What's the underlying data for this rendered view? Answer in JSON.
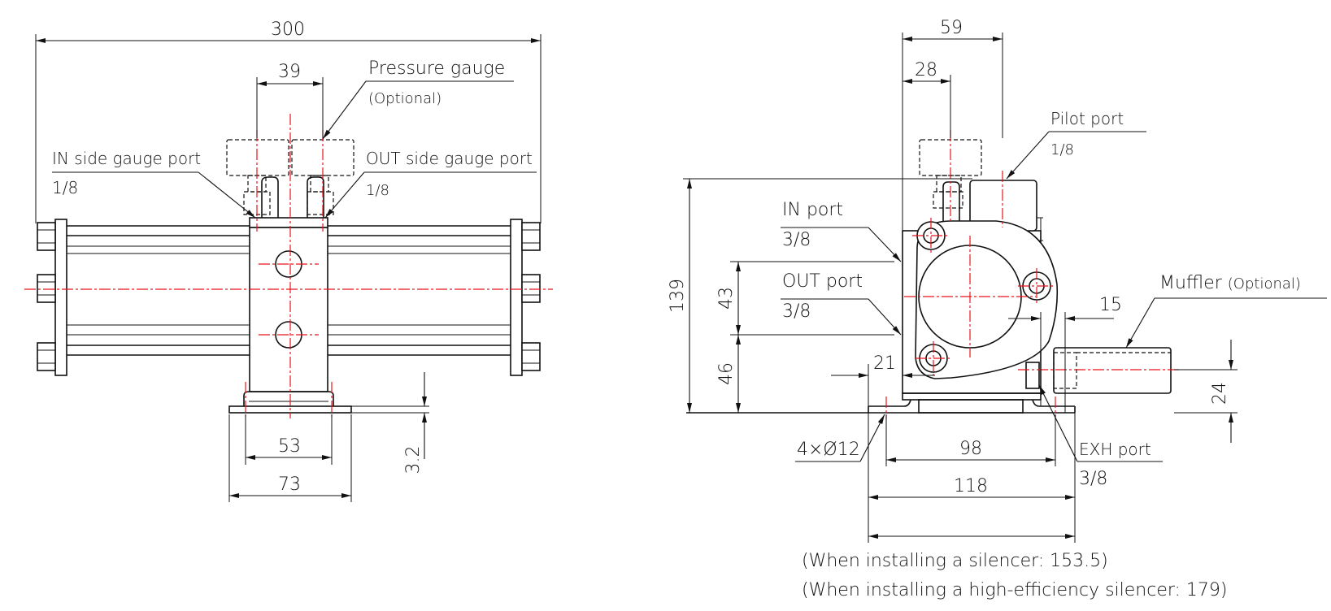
{
  "left_view": {
    "dim_overall_length": "300",
    "dim_gauge_spacing": "39",
    "dim_inner_foot": "53",
    "dim_outer_foot": "73",
    "dim_plate_thickness": "3.2",
    "pressure_gauge_label": "Pressure gauge",
    "pressure_gauge_note": "(Optional)",
    "in_gauge_port_label": "IN side gauge port",
    "in_gauge_port_size": "1/8",
    "out_gauge_port_label": "OUT side gauge port",
    "out_gauge_port_size": "1/8"
  },
  "right_view": {
    "dim_width_top": "59",
    "dim_gauge_offset": "28",
    "dim_total_height": "139",
    "dim_port_pitch": "43",
    "dim_base_to_port": "46",
    "dim_side_offset": "21",
    "dim_muffler_offset": "15",
    "dim_muffler_height": "24",
    "dim_hole_pitch": "98",
    "dim_base_width": "118",
    "hole_spec": "4×Ø12",
    "pilot_port_label": "Pilot port",
    "pilot_port_size": "1/8",
    "in_port_label": "IN port",
    "in_port_size": "3/8",
    "out_port_label": "OUT port",
    "out_port_size": "3/8",
    "muffler_label": "Muffler",
    "muffler_note": "(Optional)",
    "exh_port_label": "EXH port",
    "exh_port_size": "3/8",
    "note_silencer": "(When installing a silencer: 153.5)",
    "note_high_efficiency": "(When installing a high-efficiency silencer: 179)"
  }
}
